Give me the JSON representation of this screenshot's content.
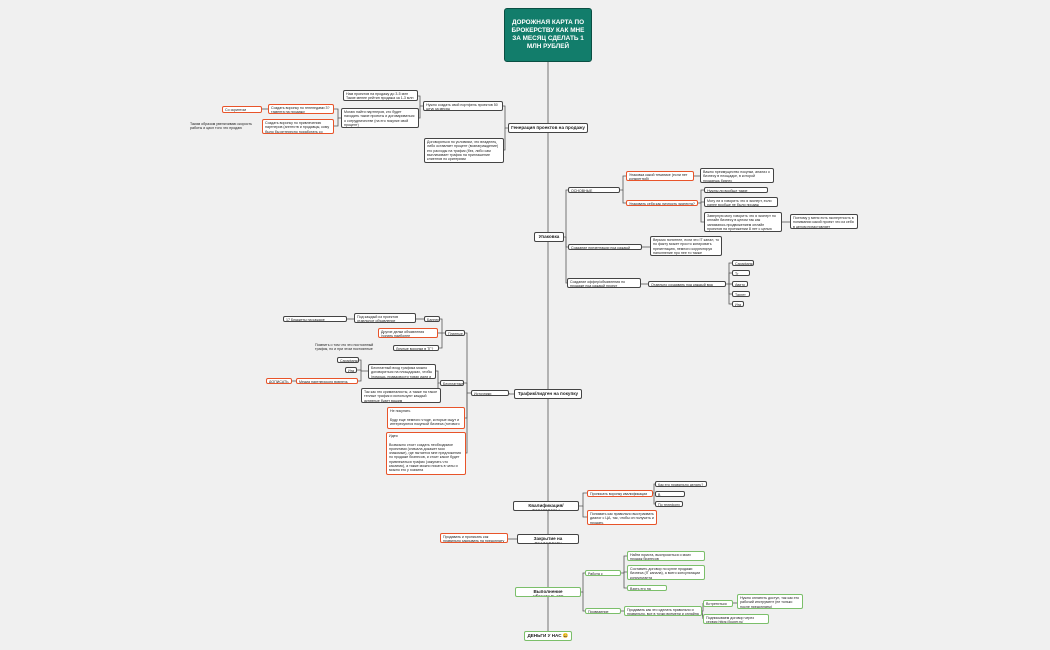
{
  "root": "ДОРОЖНАЯ КАРТА ПО БРОКЕРСТВУ КАК МНЕ ЗА МЕСЯЦ СДЕЛАТЬ 1 МЛН РУБЛЕЙ",
  "colors": {
    "root": "#127d6b",
    "line": "#555555",
    "orange": "#e8542a",
    "green": "#7bbf6a"
  },
  "branches": {
    "gen": "Генерация проектов на продажу",
    "pack": "Упаковка",
    "traffic": "Трафик/лидген на покупку",
    "qual": "Квалификация/переговоры",
    "close": "Закрытие на предоплату",
    "exec": "Выполнение обязательств",
    "money": "ДЕНЬГИ У НАС 😄"
  },
  "gen": {
    "n1": "Нам проектов на продажу до 3-5 млн Такие менее рейтин продажа за 1-3 млн",
    "n2": "Могаю найти партнеров, кто будет находить такие проекты и договариваться о сотрудничестве (на его покупке свой процент)",
    "n3": "Нужно создать свой портфель проектов 50 штук за месяц",
    "n4": "Договориться по условиям, что владелец либо оставляет процент (вознаграждение) его расходы на трафик (без, либо сам выплачивает трафик на приглашение клиентов по критериям",
    "n5": "Создать воронку по гененедами 3? тамента на продажу",
    "n6": "Со скриптом общения",
    "n7": "Создать воронку по привлечению партнеров (агентств и продавцы, кому было бы интересно поработать со мной)",
    "n8": "Таким образом увеличиваю скорость работы и цикл того что продаю"
  },
  "pack": {
    "tools": "ОСНОВНЫЕ ИНСТРУМЕНТЫ",
    "t1": "Упаковка какой тематике (если нет конкретной)",
    "t1a": "Важно преимущество покупки, анализ о бизнесу в площадке, в которой продаешь бизнес",
    "t2": "Упаковать себя как личность эксперта?",
    "t2a": "Нужны ли вообще такие упаковки?",
    "t2b": "Могу ли я говорить что я эксперт, если ранее вообще не было продаж",
    "t2c": "Заверную могу говорить что я эксперт по онлайн бизнесу в целом так как занимаюсь продвижением онлайн проектов на протяжении 8 лет с целью заработать",
    "t2d": "Поэтому у меня есть экспертность в понимании какой проект что из себя в целом представляет",
    "pres": "Создание презентации под каждый проект",
    "pres_a": "Верьмо понятнее, если это IT канал, то по факту может просто копировать презентацию, немного корректируя наполнение про нее то также",
    "offer": "Создание оффер/объявления по продаже под каждый проект",
    "offer_a": "Отдельно создавать под каждый вид трафика",
    "ch": [
      "Сарафанка",
      "Тг чаты",
      "Авито",
      "Таргет",
      "Итд"
    ]
  },
  "traffic": {
    "free": "Платные",
    "free2": "Бесплатные",
    "src": "Источники трафика",
    "p1": "Баннер",
    "p1a": "Под каждый из проектов отдельное объявление",
    "p1b": "17 Бюджеты на каждое объявление",
    "p2": "Другие делки объявления (узнать наиболее эффективные) полеть",
    "p3": "Личные воронки в ТГ?",
    "p3a": "Помнить о том что это постоянный трафик, но и при этом постоянные расходы",
    "f1": "Сарафанка",
    "f2": "Итд",
    "f3": "Бесплатный вход трафика можно договориться на площадоках, чтобы (помощь, правдовости товар идеи и т.д.",
    "f4": "Медиа партнерского вовлечь",
    "f4a": "ДОПИСАТЬ",
    "f5": "Так как это криминалисты, а также на такое теплые трафик и используют каждый активные будет вашим",
    "o1": "Не покупать\n\nБуду еще немного чтоде, которые ищут и интересуются покупкой бизнеса (готового",
    "o2": "Идея\n\nВозможно стоит создать необходимое проектами (сначала докажет мои знакомые), где пытается мне предложения по продаже бизнесов, и стоит какое будет привлекаться трафик (закупать что касаемо), а также можно писать в чаты и можно его у хозяина"
  },
  "qual": {
    "q1": "Прописать воронку квалификации",
    "q1a": "Как его правильно делать?",
    "q1b": "В мессенджере",
    "q1c": "По телефону",
    "q2": "Понимать как правильно выстраивать диалог с ЦА, так, чтобы он получить и продать"
  },
  "close": {
    "c1": "Продавать и прописать как правильно закрывать на предоплату"
  },
  "exec": {
    "e1": "Работа с проектом",
    "e1a": "Найти юриста, выспроситься о моих продаж бизнесов",
    "e1b": "Составить договор по купле продажи бизнеса (IT канала), а всего консультации консультанта",
    "e1c": "Взять его на договор",
    "e2": "Проведение сделки",
    "e2a": "Продавать как это сделать правильно и правильно, все в точки времени и онлайна",
    "e2b": "Встретиться (ВМ)",
    "e2c": "Нужно оплатить доступ, так как это рабочий инструмент (не только после предоплаты)",
    "e2d": "Подписываем договор через сервис https://kuper.ru/"
  }
}
